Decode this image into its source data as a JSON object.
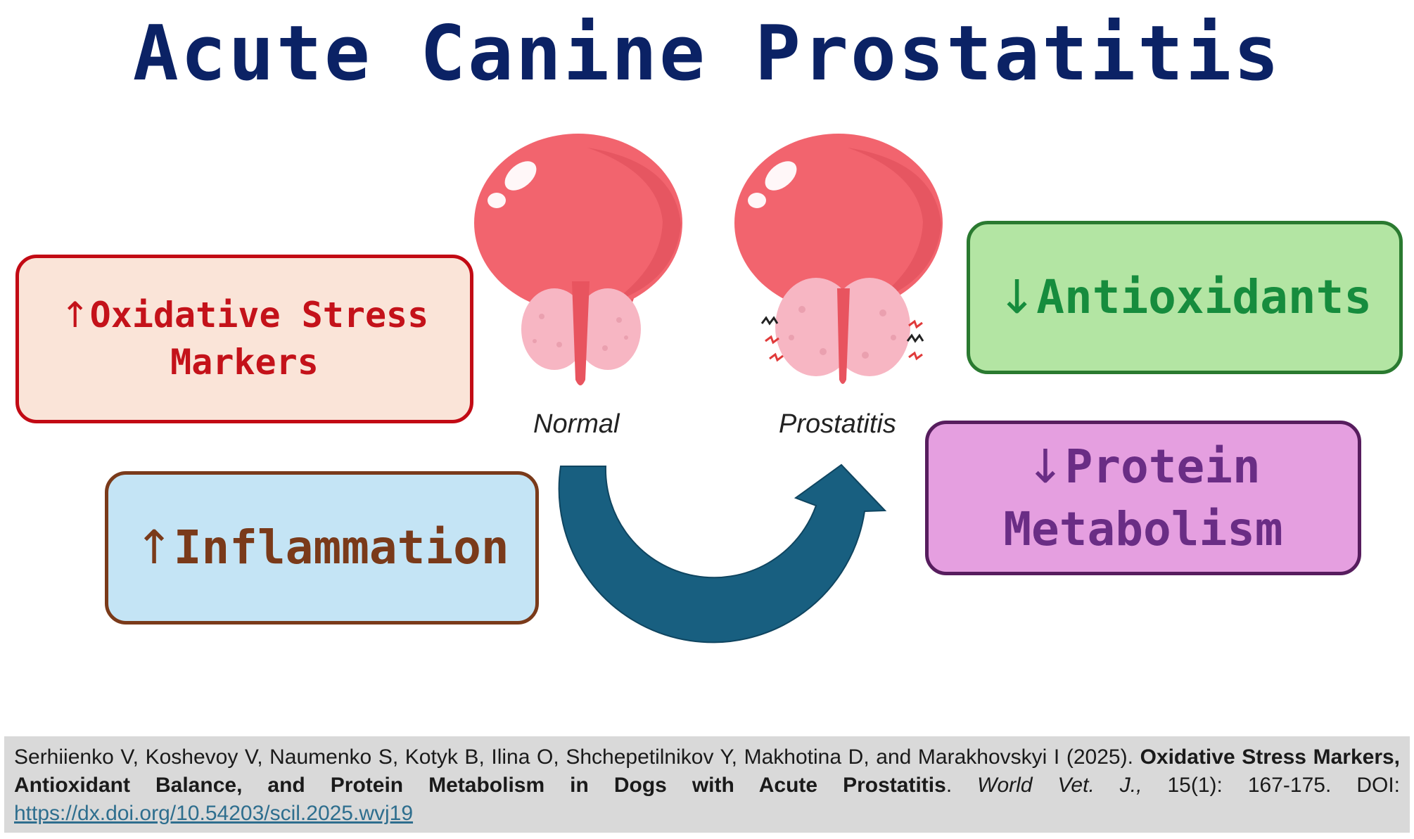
{
  "title": "Acute Canine Prostatitis",
  "boxes": {
    "oxidative": {
      "arrow": "↑",
      "line1": "Oxidative Stress",
      "line2": "Markers"
    },
    "inflammation": {
      "arrow": "↑",
      "line1": "Inflammation"
    },
    "antioxidants": {
      "arrow": "↓",
      "line1": "Antioxidants"
    },
    "protein": {
      "arrow": "↓",
      "line1": "Protein",
      "line2": "Metabolism"
    }
  },
  "illustration": {
    "normal_label": "Normal",
    "prostatitis_label": "Prostatitis"
  },
  "citation": {
    "authors": "Serhiienko V, Koshevoy V, Naumenko S, Kotyk B, Ilina O, Shchepetilnikov Y, Makhotina D, and Marakhovskyi I (2025).",
    "article_title": "Oxidative Stress Markers, Antioxidant Balance, and Protein Metabolism in Dogs with Acute Prostatitis",
    "journal": "World Vet. J.,",
    "volume_pages": "15(1): 167-175.",
    "doi_label": "DOI:",
    "doi_url": "https://dx.doi.org/10.54203/scil.2025.wvj19"
  },
  "colors": {
    "title": "#0b2265",
    "bladder": "#f2646e",
    "prostate": "#f7b6c3",
    "arrow": "#185f80"
  }
}
